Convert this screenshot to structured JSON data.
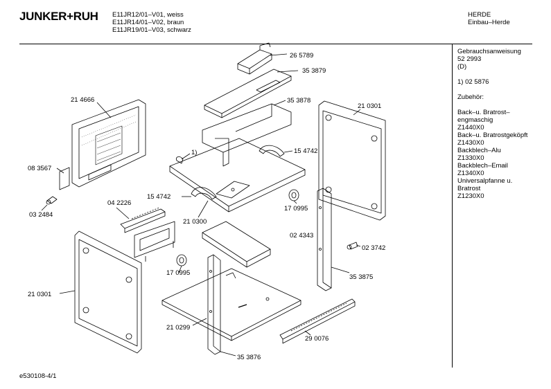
{
  "header": {
    "brand": "JUNKER+RUH",
    "models": [
      "E11JR12/01–V01, weiss",
      "E11JR14/01–V02, braun",
      "E11JR19/01–V03, schwarz"
    ],
    "category": "HERDE",
    "subcategory": "Einbau–Herde"
  },
  "sidebar": {
    "lines": [
      "Gebrauchsanweisung",
      "52 2993",
      "(D)",
      "",
      "1)  02 5876",
      "",
      "Zubehör:",
      "",
      "Back–u. Bratrost–",
      "engmaschig",
      "Z1440X0",
      "Back–u. Bratrostgeköpft",
      "Z1430X0",
      "Backblech–Alu",
      "Z1330X0",
      "Backblech–Email",
      "Z1340X0",
      "Universalpfanne u.",
      "Bratrost",
      "Z1230X0"
    ]
  },
  "parts": {
    "p265789": "26 5789",
    "p353879": "35 3879",
    "p353878": "35 3878",
    "p214666": "21 4666",
    "p210301a": "21 0301",
    "p1note": "1)",
    "p154742a": "15 4742",
    "p083567": "08 3567",
    "p154742b": "15 4742",
    "p170995a": "17 0995",
    "p032484": "03 2484",
    "p042226": "04 2226",
    "p210300": "21 0300",
    "p024343": "02 4343",
    "p023742": "02 3742",
    "p170995b": "17 0995",
    "p353875": "35 3875",
    "p210301b": "21 0301",
    "p210299": "21 0299",
    "p290076": "29 0076",
    "p353876": "35 3876"
  },
  "footer": {
    "doc_id": "e530108-4/1"
  }
}
